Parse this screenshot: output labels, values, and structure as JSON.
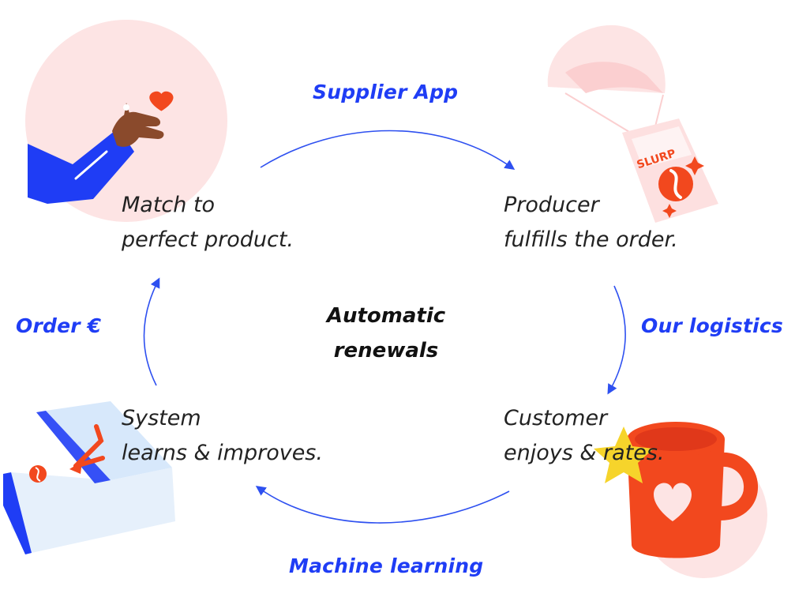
{
  "colors": {
    "accent_blue": "#1f3df5",
    "arrow_blue": "#2e50f0",
    "pink": "#fde4e4",
    "red_orange": "#f2481e",
    "light_blue": "#d7e8fb",
    "skin": "#8a4a2c",
    "star_yellow": "#f6d42b",
    "text": "#222222"
  },
  "center_title": {
    "line1": "Automatic",
    "line2": "renewals"
  },
  "flow_labels": {
    "top": "Supplier App",
    "right": "Our logistics",
    "bottom": "Machine learning",
    "left": "Order €"
  },
  "steps": {
    "top_left": {
      "line1": "Match to",
      "line2": "perfect product."
    },
    "top_right": {
      "line1": "Producer",
      "line2": "fulfills the order."
    },
    "bottom_right": {
      "line1": "Customer",
      "line2": "enjoys & rates."
    },
    "bottom_left": {
      "line1": "System",
      "line2": "learns & improves."
    }
  },
  "illustrations": {
    "coffee_bag_label": "SLURP",
    "top_left": "hand-with-heart-icon",
    "top_right": "parachute-coffee-bag-icon",
    "bottom_right": "mug-with-heart-icon",
    "bottom_left": "sorting-box-icon"
  }
}
